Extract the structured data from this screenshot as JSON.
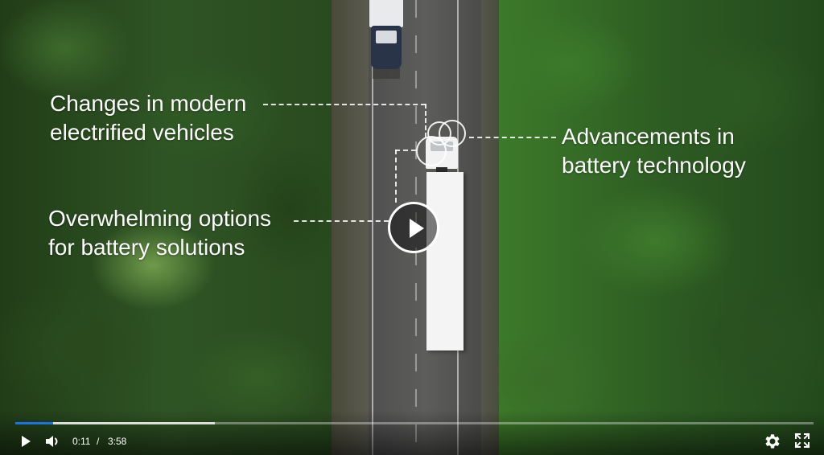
{
  "callouts": {
    "top_left": [
      "Changes in modern",
      "electrified vehicles"
    ],
    "right": [
      "Advancements in",
      "battery technology"
    ],
    "bottom_left": [
      "Overwhelming options",
      "for battery solutions"
    ]
  },
  "player": {
    "current_time": "0:11",
    "separator": "/",
    "duration": "3:58",
    "played_fraction": 0.047,
    "buffered_fraction": 0.25,
    "accent_color": "#1a73e8",
    "icons": {
      "big_play": "play-icon",
      "play": "play-icon",
      "volume": "volume-icon",
      "settings": "gear-icon",
      "fullscreen": "fullscreen-icon"
    }
  }
}
